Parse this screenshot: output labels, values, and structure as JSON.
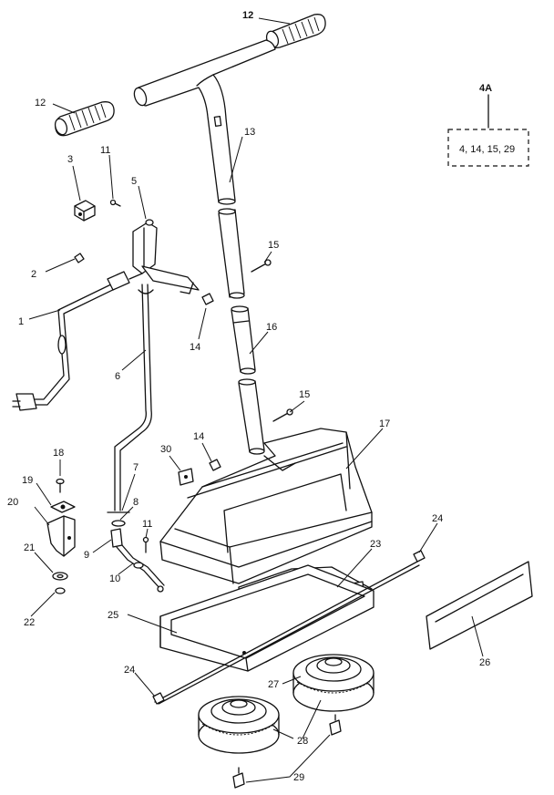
{
  "callouts": [
    {
      "id": "c12a",
      "text": "12",
      "bold": true
    },
    {
      "id": "c12b",
      "text": "12",
      "bold": false
    },
    {
      "id": "c3",
      "text": "3",
      "bold": false
    },
    {
      "id": "c11a",
      "text": "11",
      "bold": false
    },
    {
      "id": "c5",
      "text": "5",
      "bold": false
    },
    {
      "id": "c13",
      "text": "13",
      "bold": false
    },
    {
      "id": "c15a",
      "text": "15",
      "bold": false
    },
    {
      "id": "c2",
      "text": "2",
      "bold": false
    },
    {
      "id": "c1",
      "text": "1",
      "bold": false
    },
    {
      "id": "c14a",
      "text": "14",
      "bold": false
    },
    {
      "id": "c16",
      "text": "16",
      "bold": false
    },
    {
      "id": "c6",
      "text": "6",
      "bold": false
    },
    {
      "id": "c15b",
      "text": "15",
      "bold": false
    },
    {
      "id": "c17",
      "text": "17",
      "bold": false
    },
    {
      "id": "c14b",
      "text": "14",
      "bold": false
    },
    {
      "id": "c18",
      "text": "18",
      "bold": false
    },
    {
      "id": "c30",
      "text": "30",
      "bold": false
    },
    {
      "id": "c7",
      "text": "7",
      "bold": false
    },
    {
      "id": "c19",
      "text": "19",
      "bold": false
    },
    {
      "id": "c8",
      "text": "8",
      "bold": false
    },
    {
      "id": "c20",
      "text": "20",
      "bold": false
    },
    {
      "id": "c24a",
      "text": "24",
      "bold": false
    },
    {
      "id": "c11b",
      "text": "11",
      "bold": false
    },
    {
      "id": "c9",
      "text": "9",
      "bold": false
    },
    {
      "id": "c21",
      "text": "21",
      "bold": false
    },
    {
      "id": "c23",
      "text": "23",
      "bold": false
    },
    {
      "id": "c10",
      "text": "10",
      "bold": false
    },
    {
      "id": "c22",
      "text": "22",
      "bold": false
    },
    {
      "id": "c25",
      "text": "25",
      "bold": false
    },
    {
      "id": "c26",
      "text": "26",
      "bold": false
    },
    {
      "id": "c24b",
      "text": "24",
      "bold": false
    },
    {
      "id": "c27",
      "text": "27",
      "bold": false
    },
    {
      "id": "c28",
      "text": "28",
      "bold": false
    },
    {
      "id": "c29",
      "text": "29",
      "bold": false
    }
  ],
  "kit": {
    "label": "4A",
    "contents": "4, 14, 15, 29"
  }
}
